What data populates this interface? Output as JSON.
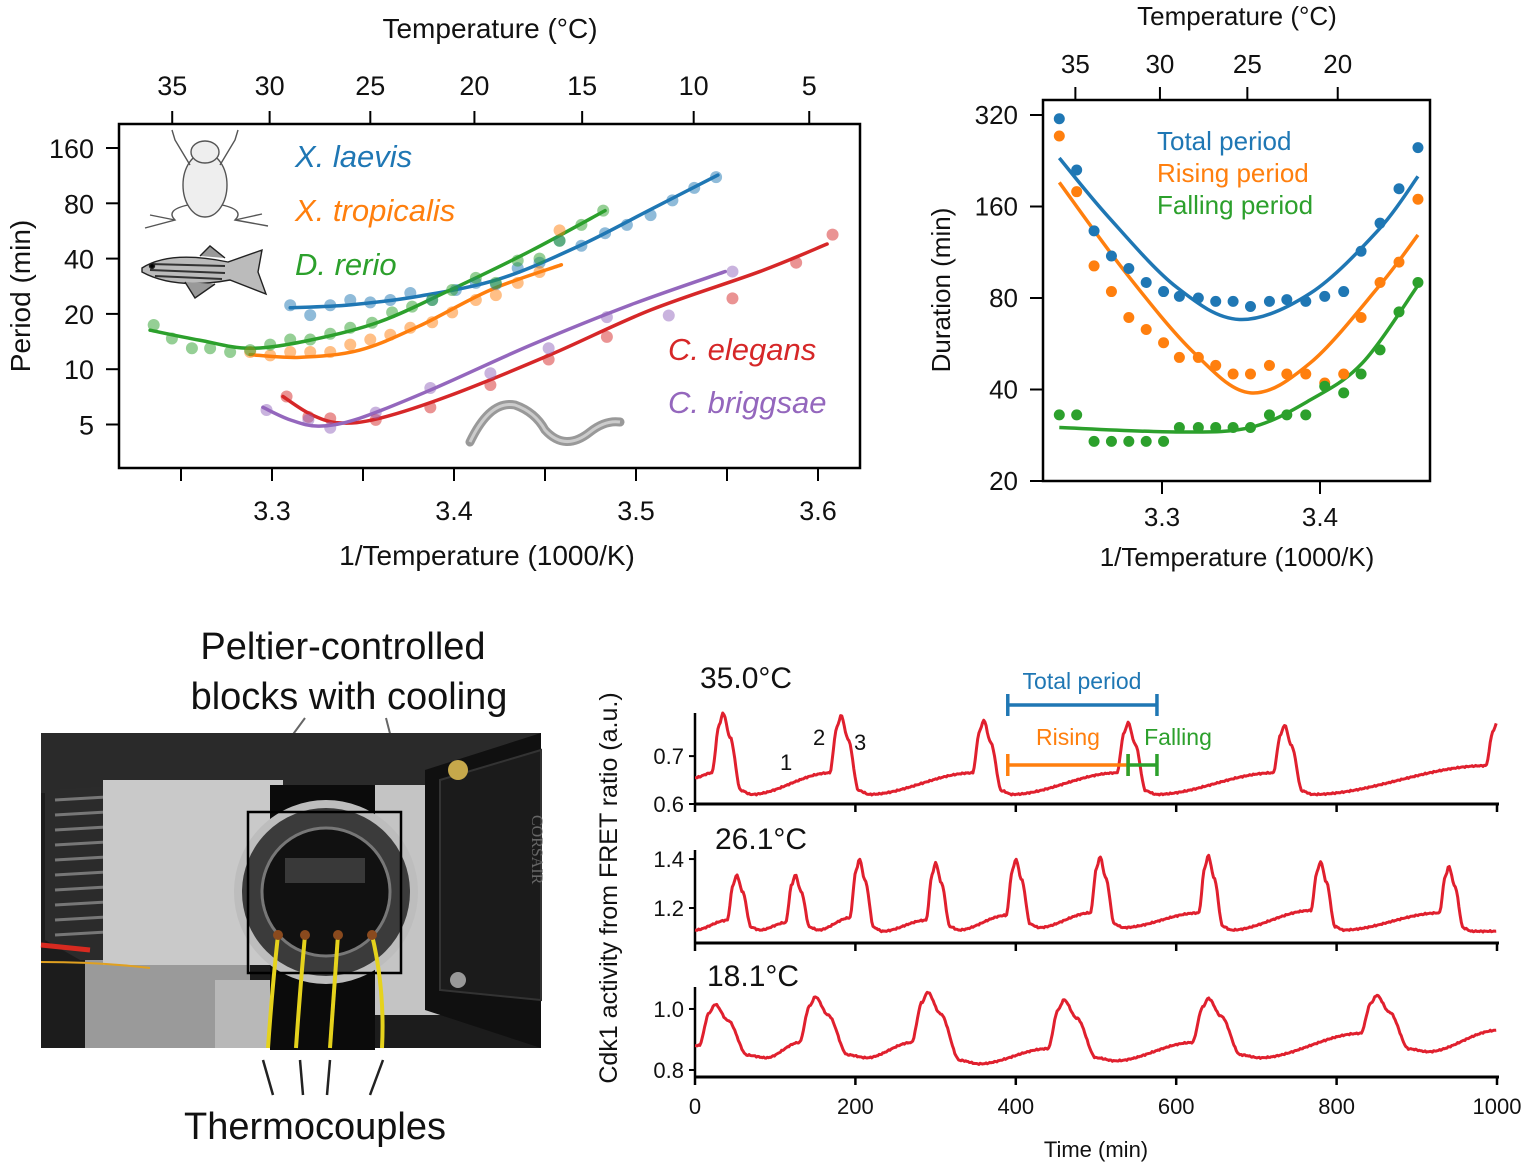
{
  "chart_data": [
    {
      "id": "period_vs_temperature",
      "type": "scatter",
      "xlabel": "1/Temperature (1000/K)",
      "ylabel": "Period (min)",
      "top_xlabel": "Temperature (°C)",
      "xlim": [
        3.216,
        3.623
      ],
      "ylim": [
        2.92,
        216
      ],
      "yscale": "log2",
      "grid": false,
      "xticks": [
        3.3,
        3.4,
        3.5,
        3.6
      ],
      "xtick_labels": [
        "3.3",
        "3.4",
        "3.5",
        "3.6"
      ],
      "minor_xticks": [
        3.25,
        3.35,
        3.45,
        3.55
      ],
      "yticks": [
        5,
        10,
        20,
        40,
        80,
        160
      ],
      "ytick_labels": [
        "5",
        "10",
        "20",
        "40",
        "80",
        "160"
      ],
      "top_xticks": [
        35,
        30,
        25,
        20,
        15,
        10,
        5
      ],
      "top_xtick_labels": [
        "35",
        "30",
        "25",
        "20",
        "15",
        "10",
        "5"
      ],
      "series": [
        {
          "name": "X. laevis",
          "color": "#1f77b4",
          "x": [
            3.31,
            3.321,
            3.332,
            3.343,
            3.354,
            3.365,
            3.376,
            3.388,
            3.401,
            3.412,
            3.423,
            3.435,
            3.447,
            3.458,
            3.47,
            3.483,
            3.495,
            3.508,
            3.52,
            3.532,
            3.544
          ],
          "y": [
            22.3,
            19.7,
            22.3,
            23.8,
            23.1,
            23.8,
            26,
            23.8,
            27,
            29.5,
            29,
            35.5,
            38,
            50,
            47,
            55,
            61,
            69,
            83,
            97,
            111
          ],
          "fit_x": [
            3.31,
            3.343,
            3.381,
            3.425,
            3.469,
            3.508,
            3.545
          ],
          "fit_y": [
            21.6,
            22.4,
            25,
            31,
            47,
            74,
            114
          ]
        },
        {
          "name": "X. tropicalis",
          "color": "#ff7f0e",
          "x": [
            3.288,
            3.299,
            3.31,
            3.321,
            3.332,
            3.343,
            3.354,
            3.365,
            3.376,
            3.388,
            3.399,
            3.412,
            3.423,
            3.435,
            3.447,
            3.458
          ],
          "y": [
            12.4,
            11.9,
            12.4,
            12.4,
            12.4,
            13.6,
            14.5,
            15.4,
            16.8,
            18,
            20.4,
            23.8,
            25.3,
            29.5,
            33.8,
            57
          ],
          "fit_x": [
            3.288,
            3.315,
            3.348,
            3.381,
            3.42,
            3.459
          ],
          "fit_y": [
            12,
            11.6,
            12.7,
            17.2,
            27,
            37
          ]
        },
        {
          "name": "D. rerio",
          "color": "#2ca02c",
          "x": [
            3.235,
            3.245,
            3.256,
            3.266,
            3.277,
            3.288,
            3.299,
            3.31,
            3.321,
            3.332,
            3.343,
            3.355,
            3.366,
            3.377,
            3.388,
            3.399,
            3.412,
            3.423,
            3.435,
            3.447,
            3.458,
            3.47,
            3.482
          ],
          "y": [
            17.4,
            14.7,
            13,
            13,
            12.4,
            12.7,
            13.6,
            14.5,
            14.5,
            15.6,
            16.8,
            17.9,
            20.4,
            21.9,
            23.8,
            27,
            31.4,
            29.5,
            39,
            40,
            50,
            61,
            73
          ],
          "fit_x": [
            3.233,
            3.26,
            3.288,
            3.321,
            3.359,
            3.398,
            3.442,
            3.483
          ],
          "fit_y": [
            16.3,
            14.4,
            13,
            14.4,
            18.1,
            27,
            44,
            73
          ]
        },
        {
          "name": "C. elegans",
          "color": "#d62728",
          "x": [
            3.308,
            3.32,
            3.332,
            3.357,
            3.387,
            3.42,
            3.452,
            3.484,
            3.553,
            3.588,
            3.608
          ],
          "y": [
            7.1,
            5.5,
            5.4,
            5.3,
            6.2,
            8.2,
            11.3,
            15,
            24.3,
            38,
            54
          ],
          "fit_x": [
            3.306,
            3.321,
            3.337,
            3.359,
            3.398,
            3.453,
            3.508,
            3.568,
            3.605
          ],
          "fit_y": [
            7.1,
            5.7,
            5.1,
            5.4,
            7.2,
            12,
            21,
            34,
            48
          ]
        },
        {
          "name": "C. briggsae",
          "color": "#9467bd",
          "x": [
            3.297,
            3.32,
            3.332,
            3.357,
            3.387,
            3.42,
            3.452,
            3.484,
            3.518,
            3.553
          ],
          "y": [
            6.0,
            5.3,
            4.8,
            5.8,
            7.9,
            9.5,
            13,
            19.2,
            19.6,
            34
          ],
          "fit_x": [
            3.295,
            3.31,
            3.326,
            3.348,
            3.387,
            3.442,
            3.497,
            3.549
          ],
          "fit_y": [
            6.2,
            5.3,
            4.9,
            5.4,
            7.7,
            13.5,
            22.4,
            34
          ]
        }
      ]
    },
    {
      "id": "duration_vs_temperature",
      "type": "scatter",
      "xlabel": "1/Temperature (1000/K)",
      "ylabel": "Duration (min)",
      "top_xlabel": "Temperature (°C)",
      "xlim": [
        3.2247,
        3.4696
      ],
      "ylim": [
        20,
        358
      ],
      "yscale": "log2",
      "grid": false,
      "legend_position": "top-center",
      "xticks": [
        3.3,
        3.4
      ],
      "xtick_labels": [
        "3.3",
        "3.4"
      ],
      "yticks": [
        20,
        40,
        80,
        160,
        320
      ],
      "ytick_labels": [
        "20",
        "40",
        "80",
        "160",
        "320"
      ],
      "top_xticks": [
        35,
        30,
        25,
        20
      ],
      "top_xtick_labels": [
        "35",
        "30",
        "25",
        "20"
      ],
      "x": [
        3.235,
        3.246,
        3.257,
        3.268,
        3.279,
        3.29,
        3.301,
        3.311,
        3.323,
        3.334,
        3.345,
        3.356,
        3.368,
        3.379,
        3.391,
        3.403,
        3.415,
        3.426,
        3.438,
        3.45,
        3.462
      ],
      "series": [
        {
          "name": "Total period",
          "color": "#1f77b4",
          "y": [
            311,
            211,
            133,
            110,
            100,
            90,
            84,
            81,
            80,
            78,
            78,
            75,
            78,
            79,
            78,
            81,
            84,
            114,
            141,
            183,
            250
          ],
          "fit_x": [
            3.235,
            3.266,
            3.309,
            3.349,
            3.394,
            3.437,
            3.462
          ],
          "fit_y": [
            231,
            148,
            87,
            68,
            83,
            134,
            201
          ]
        },
        {
          "name": "Rising period",
          "color": "#ff7f0e",
          "y": [
            273,
            179,
            102,
            84,
            69,
            63,
            57,
            51,
            51,
            48,
            45,
            45,
            48,
            45,
            45,
            42,
            45,
            69,
            90,
            105,
            169
          ],
          "fit_x": [
            3.235,
            3.277,
            3.32,
            3.356,
            3.394,
            3.437,
            3.462
          ],
          "fit_y": [
            192,
            97,
            53,
            39,
            49,
            87,
            129
          ]
        },
        {
          "name": "Falling period",
          "color": "#2ca02c",
          "y": [
            33,
            33,
            27,
            27,
            27,
            27,
            27,
            30,
            30,
            30,
            30,
            30,
            33,
            33,
            33,
            41,
            39,
            45,
            54,
            72,
            90
          ],
          "fit_x": [
            3.235,
            3.309,
            3.356,
            3.394,
            3.427,
            3.462
          ],
          "fit_y": [
            30,
            29,
            30,
            37,
            49,
            88
          ]
        }
      ]
    },
    {
      "id": "cdk1_time_series",
      "type": "line",
      "xlabel": "Time (min)",
      "ylabel": "Cdk1 activity from FRET ratio (a.u.)",
      "xlim": [
        0,
        1000
      ],
      "xticks": [
        0,
        200,
        400,
        600,
        800,
        1000
      ],
      "xtick_labels": [
        "0",
        "200",
        "400",
        "600",
        "800",
        "1000"
      ],
      "color": "#e0202e",
      "panels": [
        {
          "label": "35.0°C",
          "ylim": [
            0.6,
            0.79
          ],
          "yticks": [
            0.6,
            0.7
          ],
          "ytick_labels": [
            "0.6",
            "0.7"
          ],
          "start": 0.655,
          "rise_width": 14,
          "fall_width": 22,
          "peaks_t": [
            35,
            182,
            360,
            540,
            735,
            1000
          ],
          "peaks_v": [
            0.79,
            0.785,
            0.775,
            0.77,
            0.765,
            0.77
          ],
          "troughs_v": [
            0.62,
            0.62,
            0.62,
            0.62,
            0.62
          ],
          "pre_v": [
            0.665,
            0.665,
            0.665,
            0.665,
            0.665,
            0.68
          ]
        },
        {
          "label": "26.1°C",
          "ylim": [
            1.057,
            1.437
          ],
          "yticks": [
            1.2,
            1.4
          ],
          "ytick_labels": [
            "1.2",
            "1.4"
          ],
          "start": 1.11,
          "rise_width": 12,
          "fall_width": 18,
          "peaks_t": [
            52,
            125,
            205,
            300,
            400,
            505,
            640,
            780,
            940
          ],
          "peaks_v": [
            1.335,
            1.335,
            1.4,
            1.385,
            1.4,
            1.41,
            1.415,
            1.39,
            1.37
          ],
          "troughs_v": [
            1.11,
            1.11,
            1.105,
            1.11,
            1.12,
            1.12,
            1.11,
            1.11,
            1.105
          ],
          "pre_v": [
            1.15,
            1.14,
            1.16,
            1.15,
            1.17,
            1.18,
            1.18,
            1.19,
            1.18
          ]
        },
        {
          "label": "18.1°C",
          "ylim": [
            0.777,
            1.072
          ],
          "yticks": [
            0.8,
            1.0
          ],
          "ytick_labels": [
            "0.8",
            "1.0"
          ],
          "start": 0.88,
          "rise_width": 20,
          "fall_width": 40,
          "peaks_t": [
            25,
            150,
            290,
            460,
            640,
            850
          ],
          "peaks_v": [
            1.015,
            1.04,
            1.055,
            1.03,
            1.035,
            1.045
          ],
          "troughs_v": [
            0.84,
            0.84,
            0.82,
            0.83,
            0.84,
            0.86
          ],
          "pre_v": [
            0.88,
            0.89,
            0.89,
            0.87,
            0.89,
            0.92
          ],
          "end_v": 0.93
        }
      ],
      "annotations": {
        "phase_labels": [
          "1",
          "2",
          "3"
        ],
        "total_period": {
          "label": "Total period",
          "color": "#1f77b4",
          "t_start": 390,
          "t_end": 576
        },
        "rising": {
          "label": "Rising",
          "color": "#ff7f0e",
          "t_start": 390,
          "t_end": 540
        },
        "falling": {
          "label": "Falling",
          "color": "#2ca02c",
          "t_start": 540,
          "t_end": 576
        }
      }
    }
  ],
  "photo": {
    "title_line1": "Peltier-controlled",
    "title_line2": "blocks with cooling",
    "bottom_label": "Thermocouples",
    "device_text": "CORSAIR"
  }
}
